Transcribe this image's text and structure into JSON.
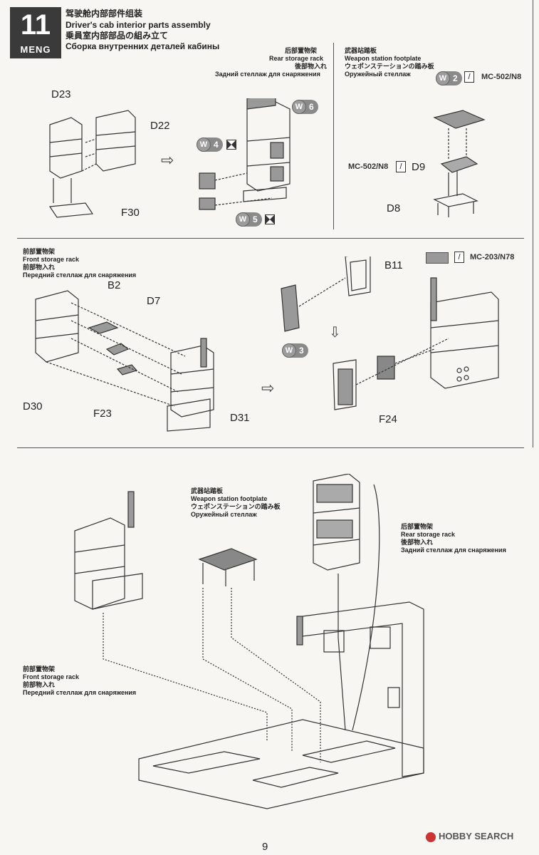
{
  "header": {
    "step_number": "11",
    "brand": "MENG",
    "title_zh": "驾驶舱内部部件组装",
    "title_en": "Driver's cab interior parts assembly",
    "title_ja": "乗員室内部部品の組み立て",
    "title_ru": "Сборка внутренних деталей кабины"
  },
  "rear_rack": {
    "zh": "后部置物架",
    "en": "Rear storage rack",
    "ja": "後部物入れ",
    "ru": "Задний стеллаж для снаряжения"
  },
  "weapon_plate": {
    "zh": "武器站踏板",
    "en": "Weapon station footplate",
    "ja": "ウェポンステーションの踏み板",
    "ru": "Оружейный стеллаж"
  },
  "front_rack": {
    "zh": "前部置物架",
    "en": "Front storage rack",
    "ja": "前部物入れ",
    "ru": "Передний стеллаж для снаряжения"
  },
  "parts": {
    "d23": "D23",
    "d22": "D22",
    "f30": "F30",
    "d9": "D9",
    "d8": "D8",
    "b11": "B11",
    "b2": "B2",
    "d7": "D7",
    "d30": "D30",
    "f23": "F23",
    "d31": "D31",
    "f24": "F24"
  },
  "stickers": {
    "w6": "6",
    "w4": "4",
    "w5": "5",
    "w2": "2",
    "w3": "3",
    "w": "W"
  },
  "paints": {
    "mc502": "MC-502/N8",
    "mc502b": "MC-502/N8",
    "mc203": "MC-203/N78"
  },
  "footer": {
    "page_number": "9",
    "watermark": "HOBBY SEARCH"
  }
}
